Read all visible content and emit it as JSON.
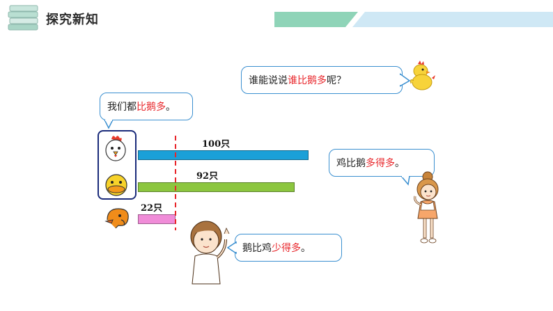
{
  "header": {
    "title": "探究新知"
  },
  "bubbles": {
    "question": {
      "pre": "谁能说说",
      "red": "谁比鹅多",
      "post": "呢？"
    },
    "left": {
      "pre": "我们都",
      "red": "比鹅多",
      "post": "。"
    },
    "right": {
      "pre": "鸡比鹅",
      "red": "多得多",
      "post": "。"
    },
    "bottom": {
      "pre": "鹅比鸡",
      "red": "少得多",
      "post": "。"
    }
  },
  "chart_data": {
    "type": "bar",
    "categories": [
      "鸡",
      "鸭",
      "鹅"
    ],
    "values": [
      100,
      92,
      22
    ],
    "data_labels": [
      "100只",
      "92只",
      "22只"
    ],
    "colors": [
      "#1aa0d8",
      "#8cc63f",
      "#f08cd8"
    ]
  },
  "icons": [
    "chicken-icon",
    "duck-icon",
    "goose-icon",
    "books-icon",
    "chick-icon",
    "girl-figure",
    "boy-figure"
  ]
}
